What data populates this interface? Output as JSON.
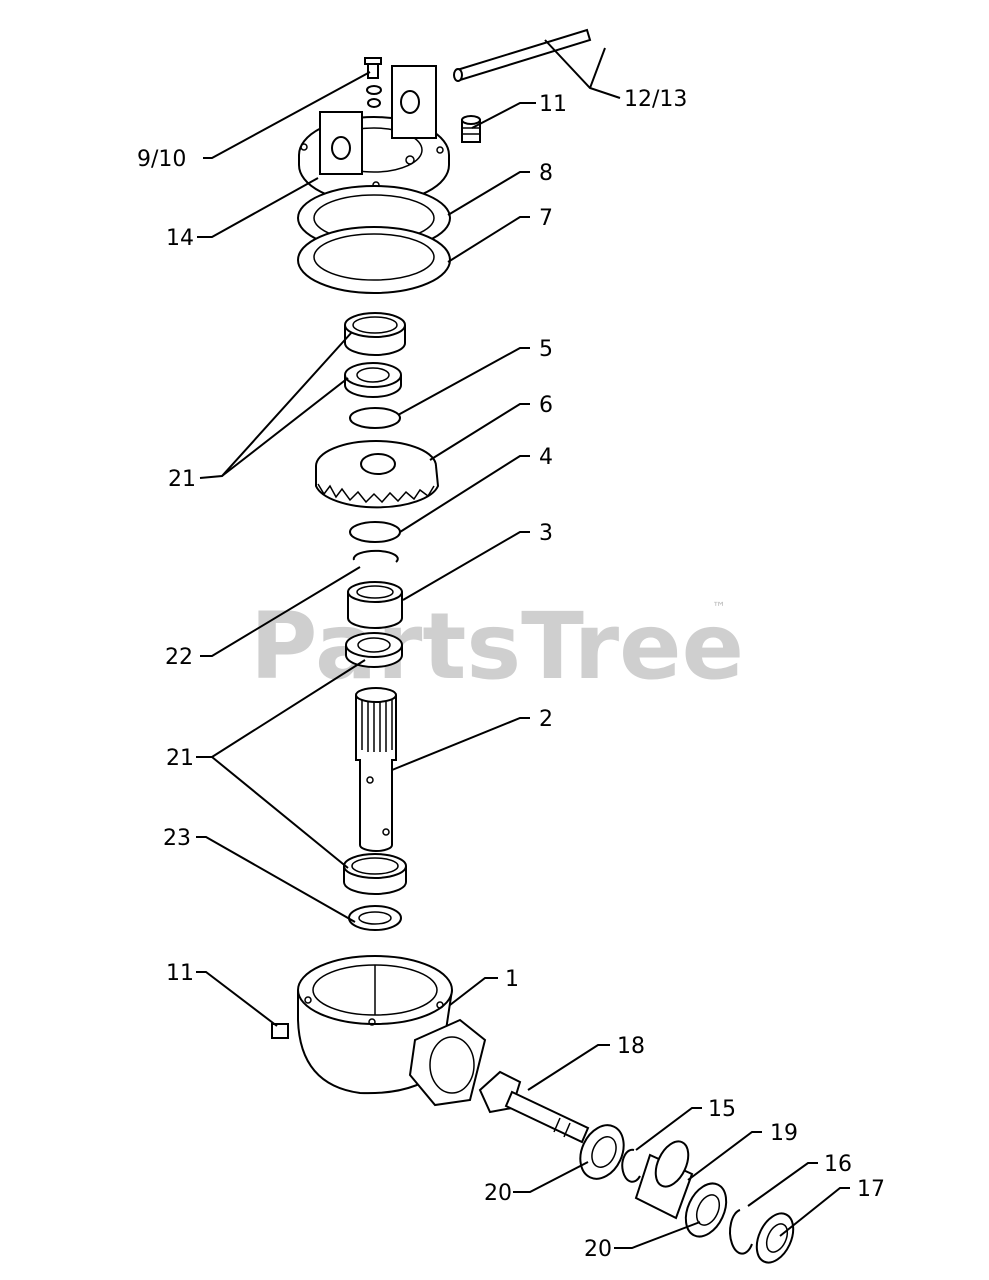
{
  "watermark": {
    "text": "PartsTree",
    "tm": "™"
  },
  "callouts": [
    {
      "id": "c-12-13",
      "text": "12/13"
    },
    {
      "id": "c-11-top",
      "text": "11"
    },
    {
      "id": "c-9-10",
      "text": "9/10"
    },
    {
      "id": "c-8",
      "text": "8"
    },
    {
      "id": "c-7",
      "text": "7"
    },
    {
      "id": "c-14",
      "text": "14"
    },
    {
      "id": "c-5",
      "text": "5"
    },
    {
      "id": "c-6",
      "text": "6"
    },
    {
      "id": "c-21-top",
      "text": "21"
    },
    {
      "id": "c-4",
      "text": "4"
    },
    {
      "id": "c-3",
      "text": "3"
    },
    {
      "id": "c-22",
      "text": "22"
    },
    {
      "id": "c-2",
      "text": "2"
    },
    {
      "id": "c-21-mid",
      "text": "21"
    },
    {
      "id": "c-23",
      "text": "23"
    },
    {
      "id": "c-11-bot",
      "text": "11"
    },
    {
      "id": "c-1",
      "text": "1"
    },
    {
      "id": "c-18",
      "text": "18"
    },
    {
      "id": "c-15",
      "text": "15"
    },
    {
      "id": "c-19",
      "text": "19"
    },
    {
      "id": "c-16",
      "text": "16"
    },
    {
      "id": "c-17",
      "text": "17"
    },
    {
      "id": "c-20-a",
      "text": "20"
    },
    {
      "id": "c-20-b",
      "text": "20"
    }
  ]
}
